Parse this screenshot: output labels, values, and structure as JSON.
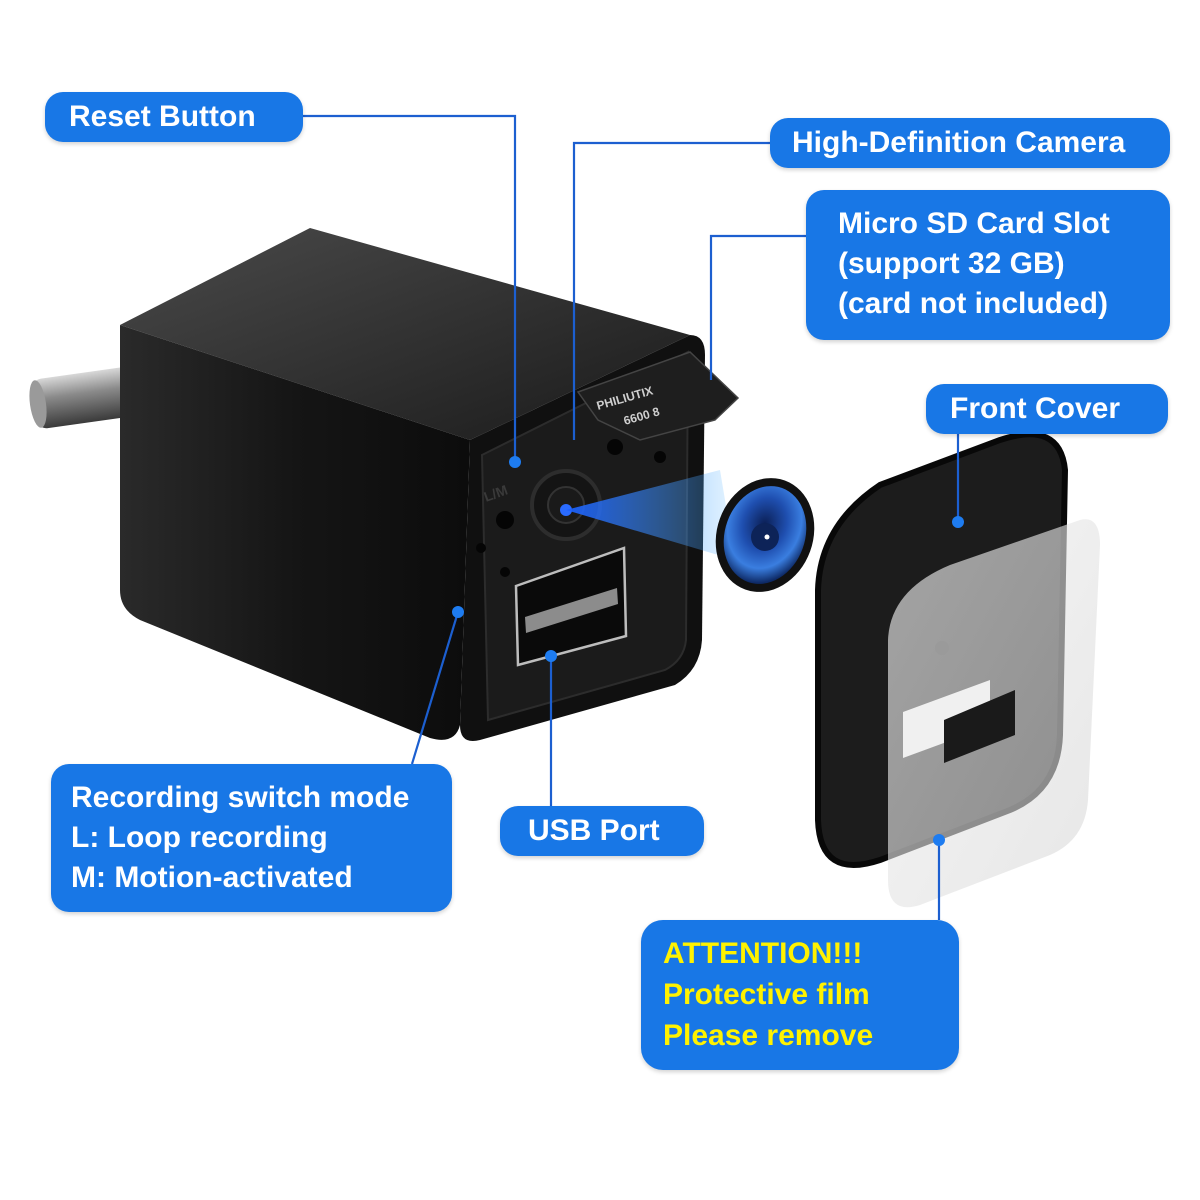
{
  "diagram": {
    "subject": "USB wall charger hidden camera — component callouts",
    "colors": {
      "callout_bg": "#1877e6",
      "callout_text": "#ffffff",
      "attention_text": "#fff200",
      "leader_line": "#1c5fd0",
      "device_body": "#111111",
      "lens_blue": "#1f5fc8"
    },
    "callouts": {
      "reset_button": {
        "lines": [
          "Reset Button"
        ]
      },
      "hd_camera": {
        "lines": [
          "High-Definition Camera"
        ]
      },
      "micro_sd": {
        "lines": [
          "Micro SD Card Slot",
          "(support 32 GB)",
          "(card not included)"
        ]
      },
      "front_cover": {
        "lines": [
          "Front Cover"
        ]
      },
      "recording_switch": {
        "lines": [
          "Recording switch mode",
          "L: Loop recording",
          "M: Motion-activated"
        ]
      },
      "usb_port": {
        "lines": [
          "USB Port"
        ]
      },
      "attention": {
        "lines": [
          "ATTENTION!!!",
          "Protective film",
          "Please remove"
        ]
      }
    },
    "device_markings": {
      "sd_card_text": [
        "PHILIUTIX",
        "6600 8"
      ],
      "switch_text": "L/M"
    }
  }
}
